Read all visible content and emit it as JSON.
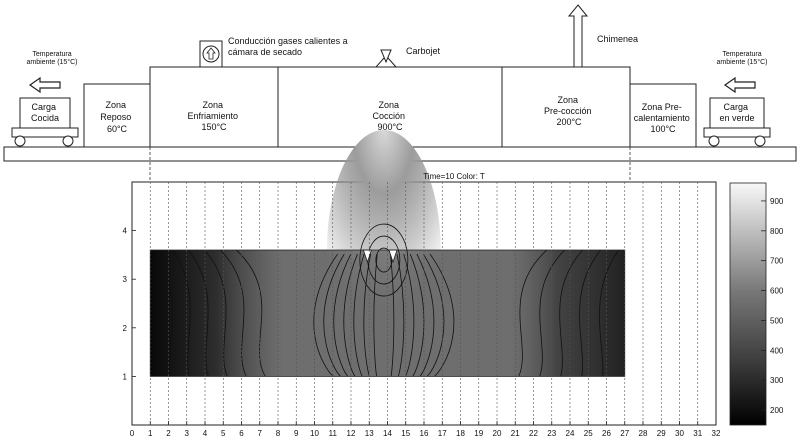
{
  "diagram": {
    "left_ambient": "Temperatura ambiente (15°C)",
    "right_ambient": "Temperatura ambiente (15°C)",
    "left_cart": [
      "Carga",
      "Cocida"
    ],
    "right_cart": [
      "Carga",
      "en verde"
    ],
    "vent_label": [
      "Conducción gases calientes a",
      "cámara de secado"
    ],
    "burner_label": "Carbojet",
    "chimney_label": "Chimenea",
    "zones": [
      {
        "lines": [
          "Zona",
          "Reposo",
          "60°C"
        ]
      },
      {
        "lines": [
          "Zona",
          "Enfriamiento",
          "150°C"
        ]
      },
      {
        "lines": [
          "Zona",
          "Cocción",
          "900°C"
        ]
      },
      {
        "lines": [
          "Zona",
          "Pre-cocción",
          "200°C"
        ]
      },
      {
        "lines": [
          "Zona Pre-",
          "calentamiento",
          "100°C"
        ]
      }
    ]
  },
  "chart_data": {
    "type": "heatmap",
    "title": "Time=10   Color: T",
    "xlim": [
      0,
      32
    ],
    "ylim": [
      0,
      5
    ],
    "x_ticks": [
      0,
      1,
      2,
      3,
      4,
      5,
      6,
      7,
      8,
      9,
      10,
      11,
      12,
      13,
      14,
      15,
      16,
      17,
      18,
      19,
      20,
      21,
      22,
      23,
      24,
      25,
      26,
      27,
      28,
      29,
      30,
      31,
      32
    ],
    "y_ticks": [
      1,
      2,
      3,
      4
    ],
    "domain": {
      "x": [
        1,
        27
      ],
      "y": [
        1,
        3.6
      ]
    },
    "colorbar_ticks": [
      200,
      300,
      400,
      500,
      600,
      700,
      800,
      900
    ],
    "colorbar_range": [
      150,
      960
    ]
  }
}
